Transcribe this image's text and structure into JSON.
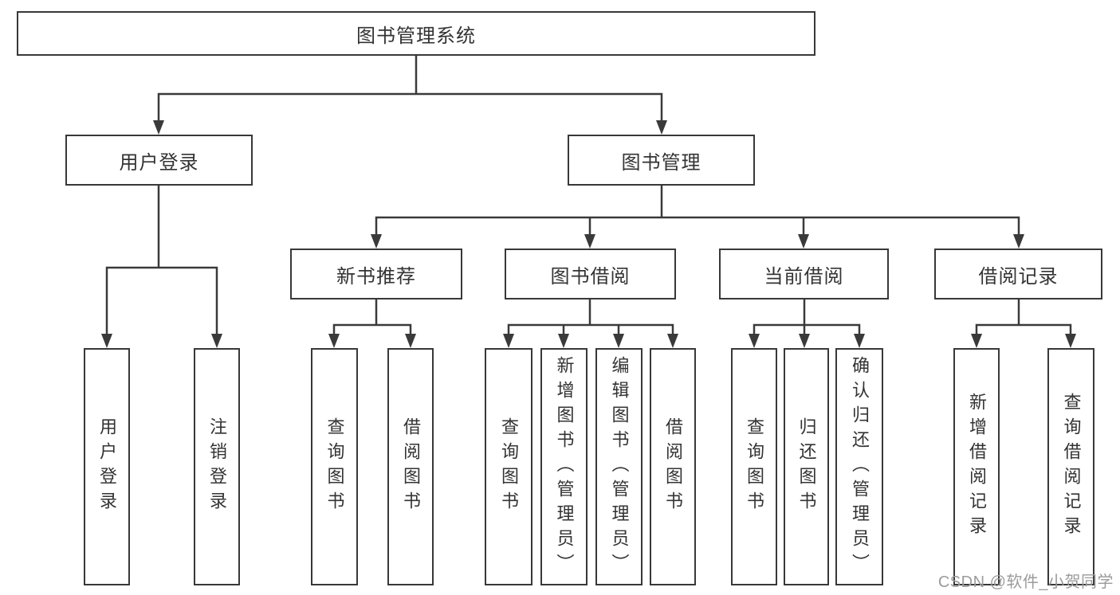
{
  "diagram_title": "图书管理系统",
  "nodes": {
    "root": "图书管理系统",
    "user_login": "用户登录",
    "book_mgmt": "图书管理",
    "new_book": "新书推荐",
    "book_borrow": "图书借阅",
    "cur_borrow": "当前借阅",
    "borrow_record": "借阅记录",
    "leaf_user_login": "用户登录",
    "leaf_logout": "注销登录",
    "leaf_nb_query": "查询图书",
    "leaf_nb_borrow": "借阅图书",
    "leaf_bb_query": "查询图书",
    "leaf_bb_add": "新增图书（管理员）",
    "leaf_bb_edit": "编辑图书（管理员）",
    "leaf_bb_borrow": "借阅图书",
    "leaf_cb_query": "查询图书",
    "leaf_cb_return": "归还图书",
    "leaf_cb_confirm": "确认归还（管理员）",
    "leaf_br_add": "新增借阅记录",
    "leaf_br_query": "查询借阅记录"
  },
  "hierarchy": {
    "图书管理系统": {
      "用户登录": [
        "用户登录",
        "注销登录"
      ],
      "图书管理": {
        "新书推荐": [
          "查询图书",
          "借阅图书"
        ],
        "图书借阅": [
          "查询图书",
          "新增图书（管理员）",
          "编辑图书（管理员）",
          "借阅图书"
        ],
        "当前借阅": [
          "查询图书",
          "归还图书",
          "确认归还（管理员）"
        ],
        "借阅记录": [
          "新增借阅记录",
          "查询借阅记录"
        ]
      }
    }
  },
  "colors": {
    "line": "#3a3a3a",
    "box_border": "#383838",
    "box_fill": "#ffffff",
    "text": "#333333",
    "watermark": "#9b9b9b",
    "background": "#ffffff"
  },
  "watermark": "CSDN @软件_小贺同学"
}
